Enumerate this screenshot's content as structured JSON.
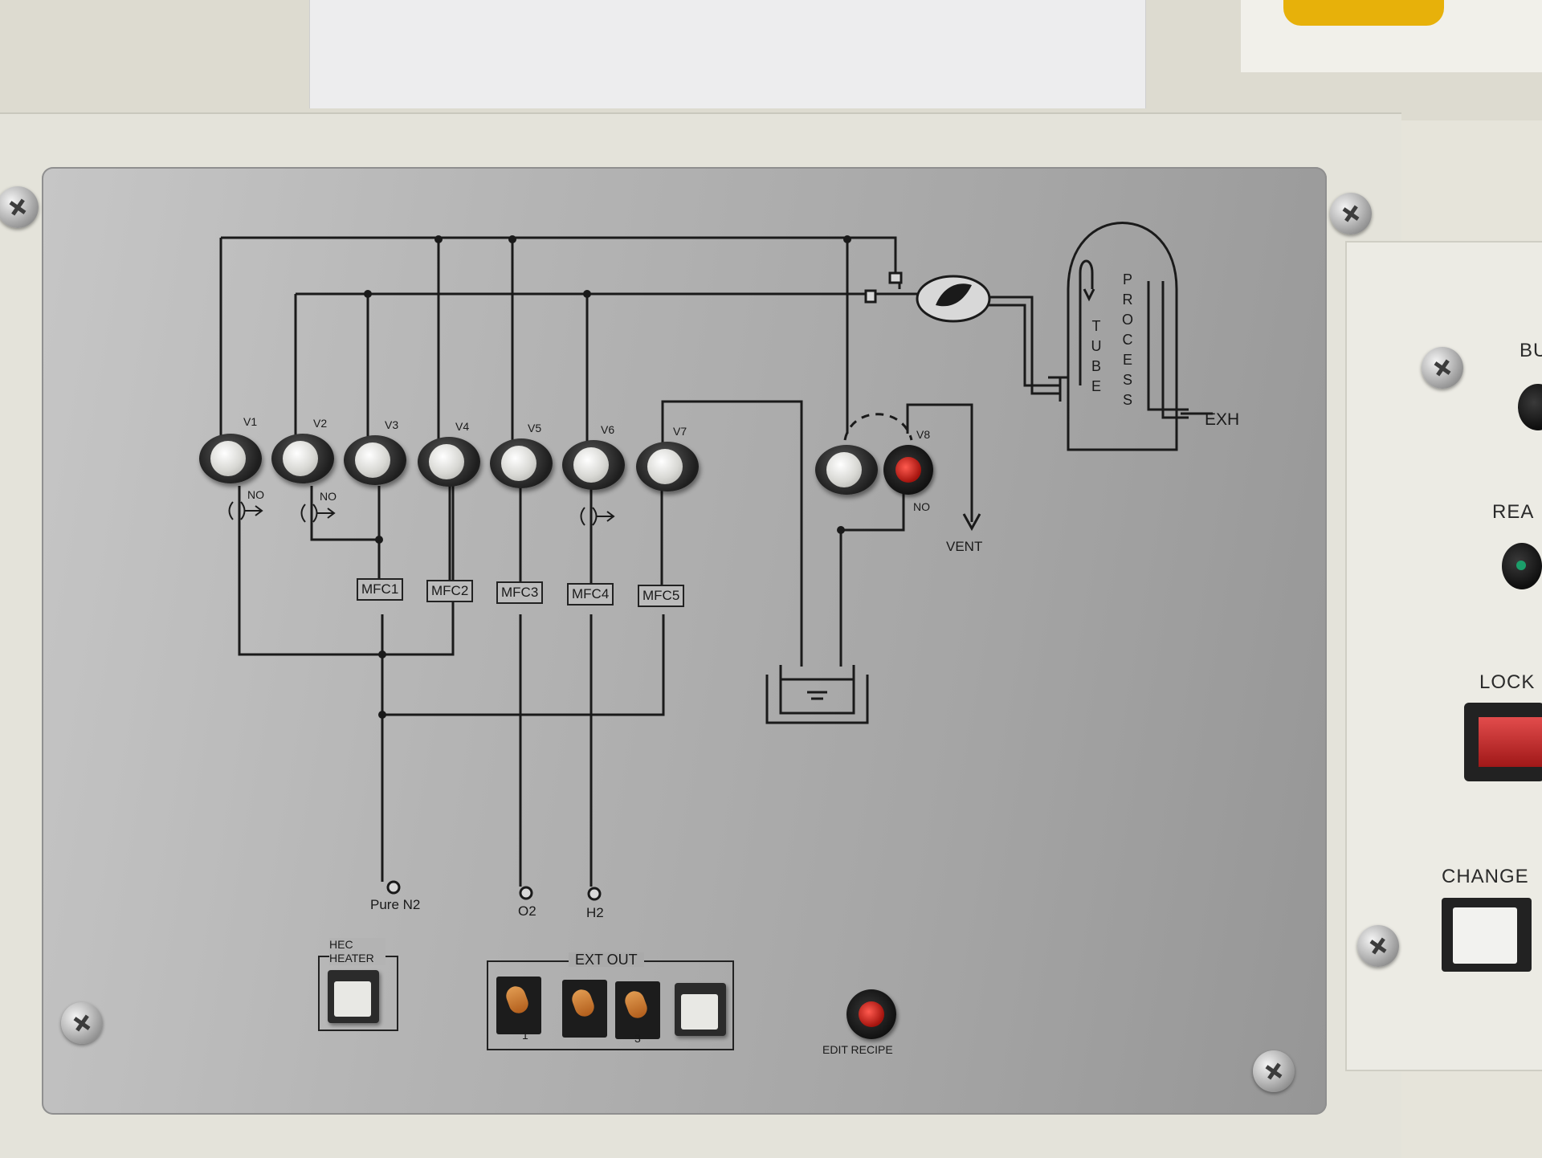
{
  "valves": [
    "V1",
    "V2",
    "V3",
    "V4",
    "V5",
    "V6",
    "V7",
    "V8"
  ],
  "no_labels": [
    "NO",
    "NO",
    "NO"
  ],
  "mfcs": [
    "MFC1",
    "MFC2",
    "MFC3",
    "MFC4",
    "MFC5"
  ],
  "gas_inlets": [
    "Pure N2",
    "O2",
    "H2"
  ],
  "tube": {
    "word1": "TUBE",
    "word2": "PROCESS"
  },
  "exhaust": "EXH",
  "vent": "VENT",
  "hec_heater": "HEC HEATER",
  "ext_out": {
    "title": "EXT OUT",
    "channels": [
      "1",
      "3"
    ]
  },
  "edit_recipe": "EDIT RECIPE",
  "side_panel": [
    "BU",
    "REA",
    "LOCK",
    "CHANGE"
  ],
  "colors": {
    "plate": "#b0b0b0",
    "line": "#1a1a1a",
    "lamp": "#b3140f",
    "toggle": "#c06a25"
  }
}
